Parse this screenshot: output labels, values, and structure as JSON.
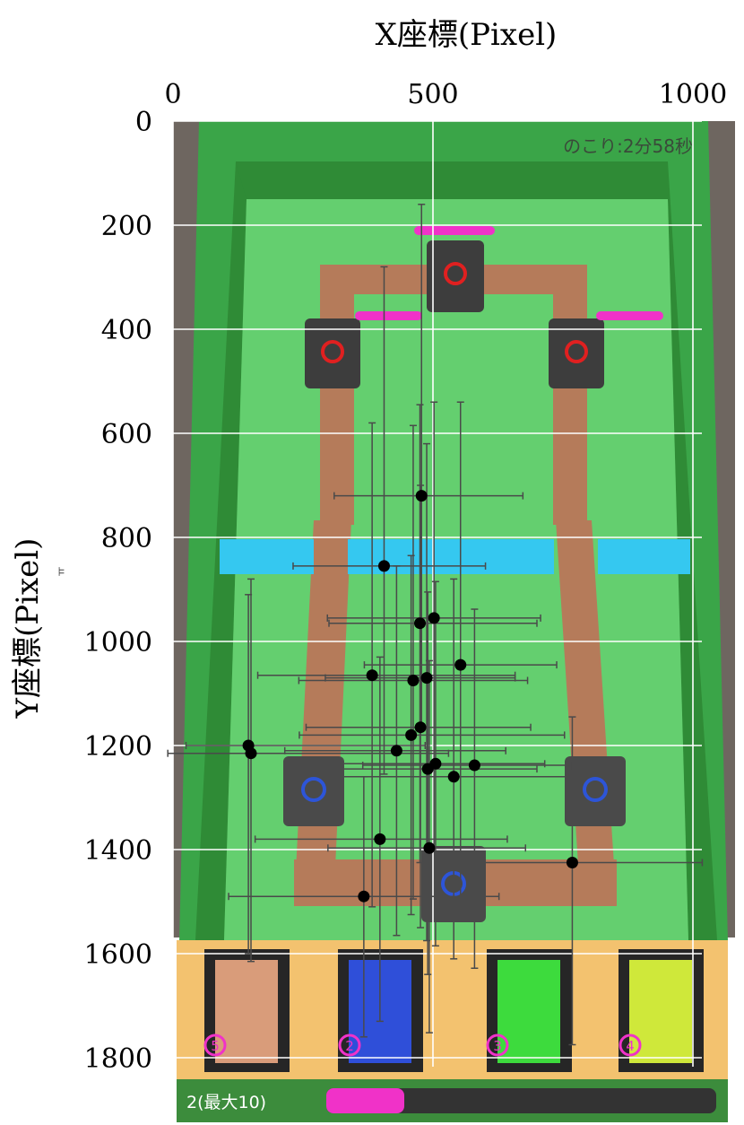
{
  "game": {
    "timer_text": "のこり:2分58秒",
    "elixir_text": "2(最大10)",
    "elixir_fraction": 0.2,
    "card_costs": [
      "5",
      "2",
      "3",
      "4"
    ],
    "colors": {
      "grass": "#64cf6f",
      "grass_dark": "#2f8b36",
      "border": "#3aa548",
      "river": "#35c8f0",
      "path": "#b57b5a",
      "tray": "#f3c26f",
      "health_bar": "#f032c8",
      "tower_enemy": "#3d3d3d",
      "tower_ally": "#4a4a4a"
    }
  },
  "chart_data": {
    "type": "scatter",
    "xlabel": "X座標(Pixel)",
    "ylabel": "Y座標(Pixel)",
    "ylabel_sub": "ㅠ",
    "xlim": [
      0,
      1000
    ],
    "ylim": [
      0,
      1800
    ],
    "y_inverted": true,
    "grid": true,
    "xticks": [
      0,
      500,
      1000
    ],
    "yticks": [
      0,
      200,
      400,
      600,
      800,
      1000,
      1200,
      1400,
      1600,
      1800
    ],
    "points": [
      {
        "x": 478,
        "y": 720,
        "xerr": [
          168,
          195
        ],
        "yerr": [
          560,
          440
        ]
      },
      {
        "x": 406,
        "y": 855,
        "xerr": [
          175,
          195
        ],
        "yerr": [
          575,
          400
        ]
      },
      {
        "x": 475,
        "y": 965,
        "xerr": [
          175,
          225
        ],
        "yerr": [
          420,
          460
        ]
      },
      {
        "x": 502,
        "y": 955,
        "xerr": [
          205,
          205
        ],
        "yerr": [
          415,
          440
        ]
      },
      {
        "x": 553,
        "y": 1045,
        "xerr": [
          185,
          185
        ],
        "yerr": [
          505,
          485
        ]
      },
      {
        "x": 383,
        "y": 1065,
        "xerr": [
          220,
          275
        ],
        "yerr": [
          485,
          445
        ]
      },
      {
        "x": 488,
        "y": 1070,
        "xerr": [
          195,
          170
        ],
        "yerr": [
          450,
          505
        ]
      },
      {
        "x": 462,
        "y": 1075,
        "xerr": [
          220,
          220
        ],
        "yerr": [
          490,
          420
        ]
      },
      {
        "x": 476,
        "y": 1165,
        "xerr": [
          220,
          212
        ],
        "yerr": [
          465,
          385
        ]
      },
      {
        "x": 458,
        "y": 1180,
        "xerr": [
          215,
          295
        ],
        "yerr": [
          345,
          345
        ]
      },
      {
        "x": 430,
        "y": 1210,
        "xerr": [
          215,
          210
        ],
        "yerr": [
          355,
          355
        ]
      },
      {
        "x": 145,
        "y": 1200,
        "xerr": [
          120,
          340
        ],
        "yerr": [
          290,
          400
        ]
      },
      {
        "x": 150,
        "y": 1215,
        "xerr": [
          160,
          380
        ],
        "yerr": [
          335,
          400
        ]
      },
      {
        "x": 505,
        "y": 1235,
        "xerr": [
          220,
          210
        ],
        "yerr": [
          350,
          350
        ]
      },
      {
        "x": 580,
        "y": 1238,
        "xerr": [
          215,
          185
        ],
        "yerr": [
          300,
          390
        ]
      },
      {
        "x": 490,
        "y": 1245,
        "xerr": [
          210,
          210
        ],
        "yerr": [
          340,
          395
        ]
      },
      {
        "x": 540,
        "y": 1260,
        "xerr": [
          235,
          215
        ],
        "yerr": [
          380,
          350
        ]
      },
      {
        "x": 398,
        "y": 1380,
        "xerr": [
          240,
          245
        ],
        "yerr": [
          350,
          350
        ]
      },
      {
        "x": 493,
        "y": 1397,
        "xerr": [
          195,
          185
        ],
        "yerr": [
          360,
          355
        ]
      },
      {
        "x": 768,
        "y": 1425,
        "xerr": [
          180,
          250
        ],
        "yerr": [
          280,
          350
        ]
      },
      {
        "x": 367,
        "y": 1490,
        "xerr": [
          260,
          260
        ],
        "yerr": [
          230,
          270
        ]
      }
    ]
  }
}
